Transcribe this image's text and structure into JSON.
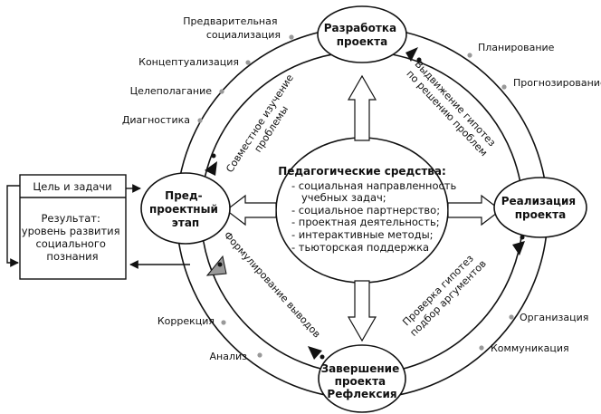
{
  "nodes": {
    "top": [
      "Разработка",
      "проекта"
    ],
    "left": [
      "Пред-",
      "проектный",
      "этап"
    ],
    "right": [
      "Реализация",
      "проекта"
    ],
    "bottom": [
      "Завершение",
      "проекта",
      "Рефлексия"
    ]
  },
  "center": {
    "title": "Педагогические средства:",
    "items": [
      "- социальная направленность",
      "учебных задач;",
      "- социальное партнерство;",
      "- проектная деятельность;",
      "- интерактивные методы;",
      "- тьюторская поддержка"
    ]
  },
  "ring_labels": {
    "upper_left": [
      "Совместное изучение",
      "проблемы"
    ],
    "upper_right": [
      "Выдвижение гипотез",
      "по решению проблем"
    ],
    "lower_right": [
      "Проверка гипотез",
      "подбор аргументов"
    ],
    "lower_left": [
      "Формулирование выводов"
    ]
  },
  "outer_labels": {
    "pre_socialization": [
      "Предварительная",
      "социализация"
    ],
    "conceptualization": "Концептуализация",
    "goal_setting": "Целеполагание",
    "diagnostics": "Диагностика",
    "planning": "Планирование",
    "forecasting": "Прогнозирование",
    "organization": "Организация",
    "communication": "Коммуникация",
    "correction": "Коррекция",
    "analysis": "Анализ"
  },
  "side_box": {
    "goal": "Цель и задачи",
    "result": [
      "Результат:",
      "уровень развития",
      "социального",
      "познания"
    ]
  }
}
